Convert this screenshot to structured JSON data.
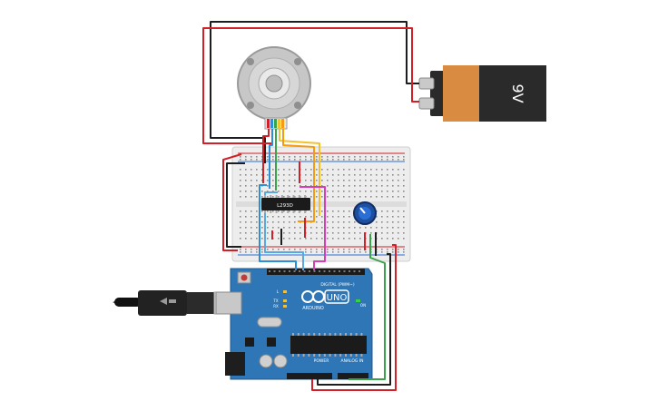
{
  "battery": {
    "voltage_label": "9V"
  },
  "driver_ic": {
    "label": "L293D"
  },
  "arduino": {
    "brand": "ARDUINO",
    "model": "UNO",
    "digital_header": "DIGITAL (PWM~)",
    "power_header": "POWER",
    "analog_header": "ANALOG IN",
    "led_labels": [
      "L",
      "TX",
      "RX"
    ],
    "on_label": "ON"
  },
  "wire_colors": {
    "red": "#d12027",
    "black": "#1d1d1d",
    "blue": "#2b8fd6",
    "yellow": "#f2c12e",
    "orange": "#f39c12",
    "green": "#3aa24a",
    "magenta": "#d63db9"
  },
  "components": [
    "stepper-motor",
    "9v-battery",
    "breadboard",
    "l293d-driver",
    "potentiometer",
    "arduino-uno",
    "usb-cable"
  ]
}
